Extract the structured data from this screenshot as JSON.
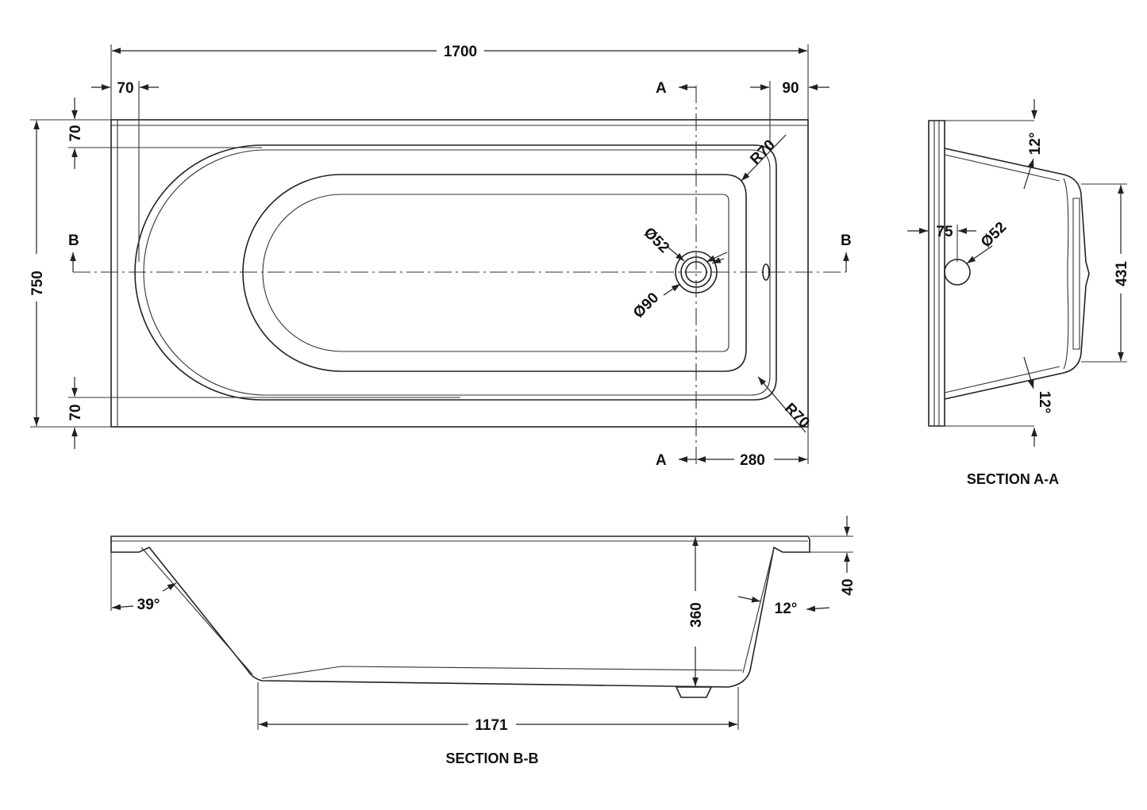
{
  "plan": {
    "length": "1700",
    "width": "750",
    "left_rim": "70",
    "right_rim": "90",
    "top_rim": "70",
    "bottom_rim": "70",
    "corner_radius_top": "R70",
    "corner_radius_bottom": "R70",
    "waste_diameter": "Ø52",
    "waste_outer_diameter": "Ø90",
    "section_a_top": "A",
    "section_a_bottom": "A",
    "section_b_left": "B",
    "section_b_right": "B",
    "waste_offset": "280"
  },
  "section_aa": {
    "title": "SECTION A-A",
    "angle_top": "12°",
    "angle_bottom": "12°",
    "waste_offset": "75",
    "waste_diameter": "Ø52",
    "depth": "431"
  },
  "section_bb": {
    "title": "SECTION B-B",
    "end_angle": "39°",
    "side_angle": "12°",
    "depth": "360",
    "rim_height": "40",
    "base_length": "1171"
  }
}
